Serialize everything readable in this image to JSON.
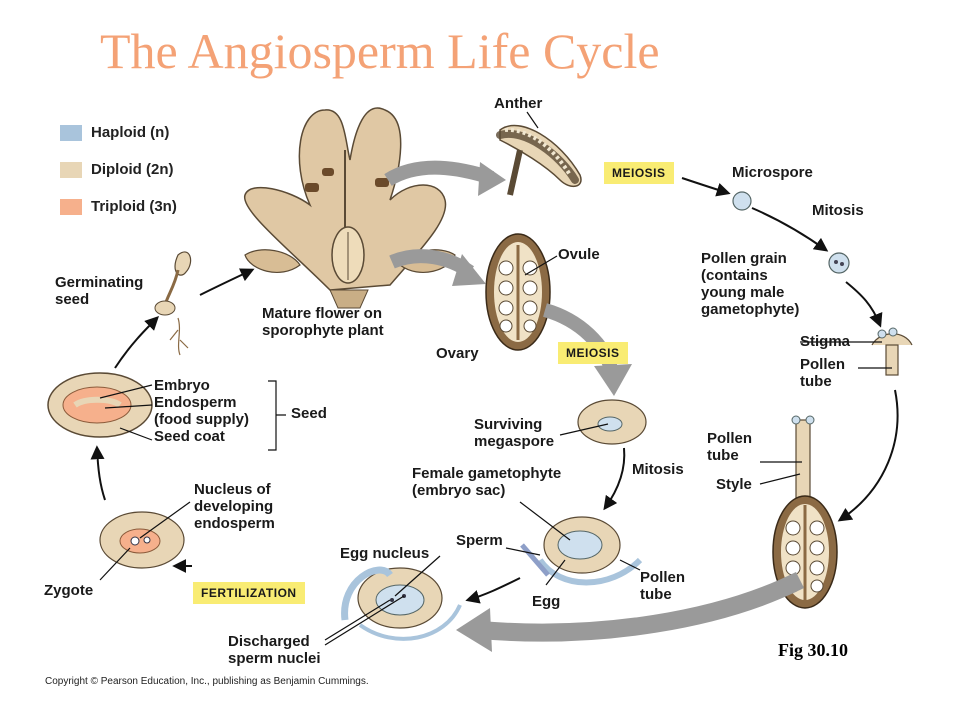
{
  "title": "The Angiosperm Life Cycle",
  "legend": [
    {
      "label": "Haploid (n)",
      "color": "#a9c4dc"
    },
    {
      "label": "Diploid (2n)",
      "color": "#e8d6b6"
    },
    {
      "label": "Triploid (3n)",
      "color": "#f6b08c"
    }
  ],
  "labels": {
    "anther": "Anther",
    "microspore": "Microspore",
    "mitosis_top": "Mitosis",
    "pollen_grain": "Pollen grain\n(contains\nyoung male\ngametophyte)",
    "stigma": "Stigma",
    "pollen_tube_1": "Pollen\ntube",
    "pollen_tube_2": "Pollen\ntube",
    "style": "Style",
    "ovule": "Ovule",
    "ovary": "Ovary",
    "mature_flower": "Mature flower on\nsporophyte plant",
    "germinating_seed": "Germinating\nseed",
    "embryo_group": "Embryo\nEndosperm\n(food supply)\nSeed coat",
    "seed": "Seed",
    "surviving_megaspore": "Surviving\nmegaspore",
    "mitosis_mid": "Mitosis",
    "female_gametophyte": "Female gametophyte\n(embryo sac)",
    "sperm": "Sperm",
    "egg": "Egg",
    "pollen_tube_3": "Pollen\ntube",
    "egg_nucleus": "Egg nucleus",
    "discharged": "Discharged\nsperm nuclei",
    "nucleus_endosperm": "Nucleus of\ndeveloping\nendosperm",
    "zygote": "Zygote"
  },
  "tags": {
    "meiosis_1": "MEIOSIS",
    "meiosis_2": "MEIOSIS",
    "fertilization": "FERTILIZATION"
  },
  "fig": "Fig 30.10",
  "copyright": "Copyright © Pearson Education, Inc., publishing as Benjamin Cummings."
}
